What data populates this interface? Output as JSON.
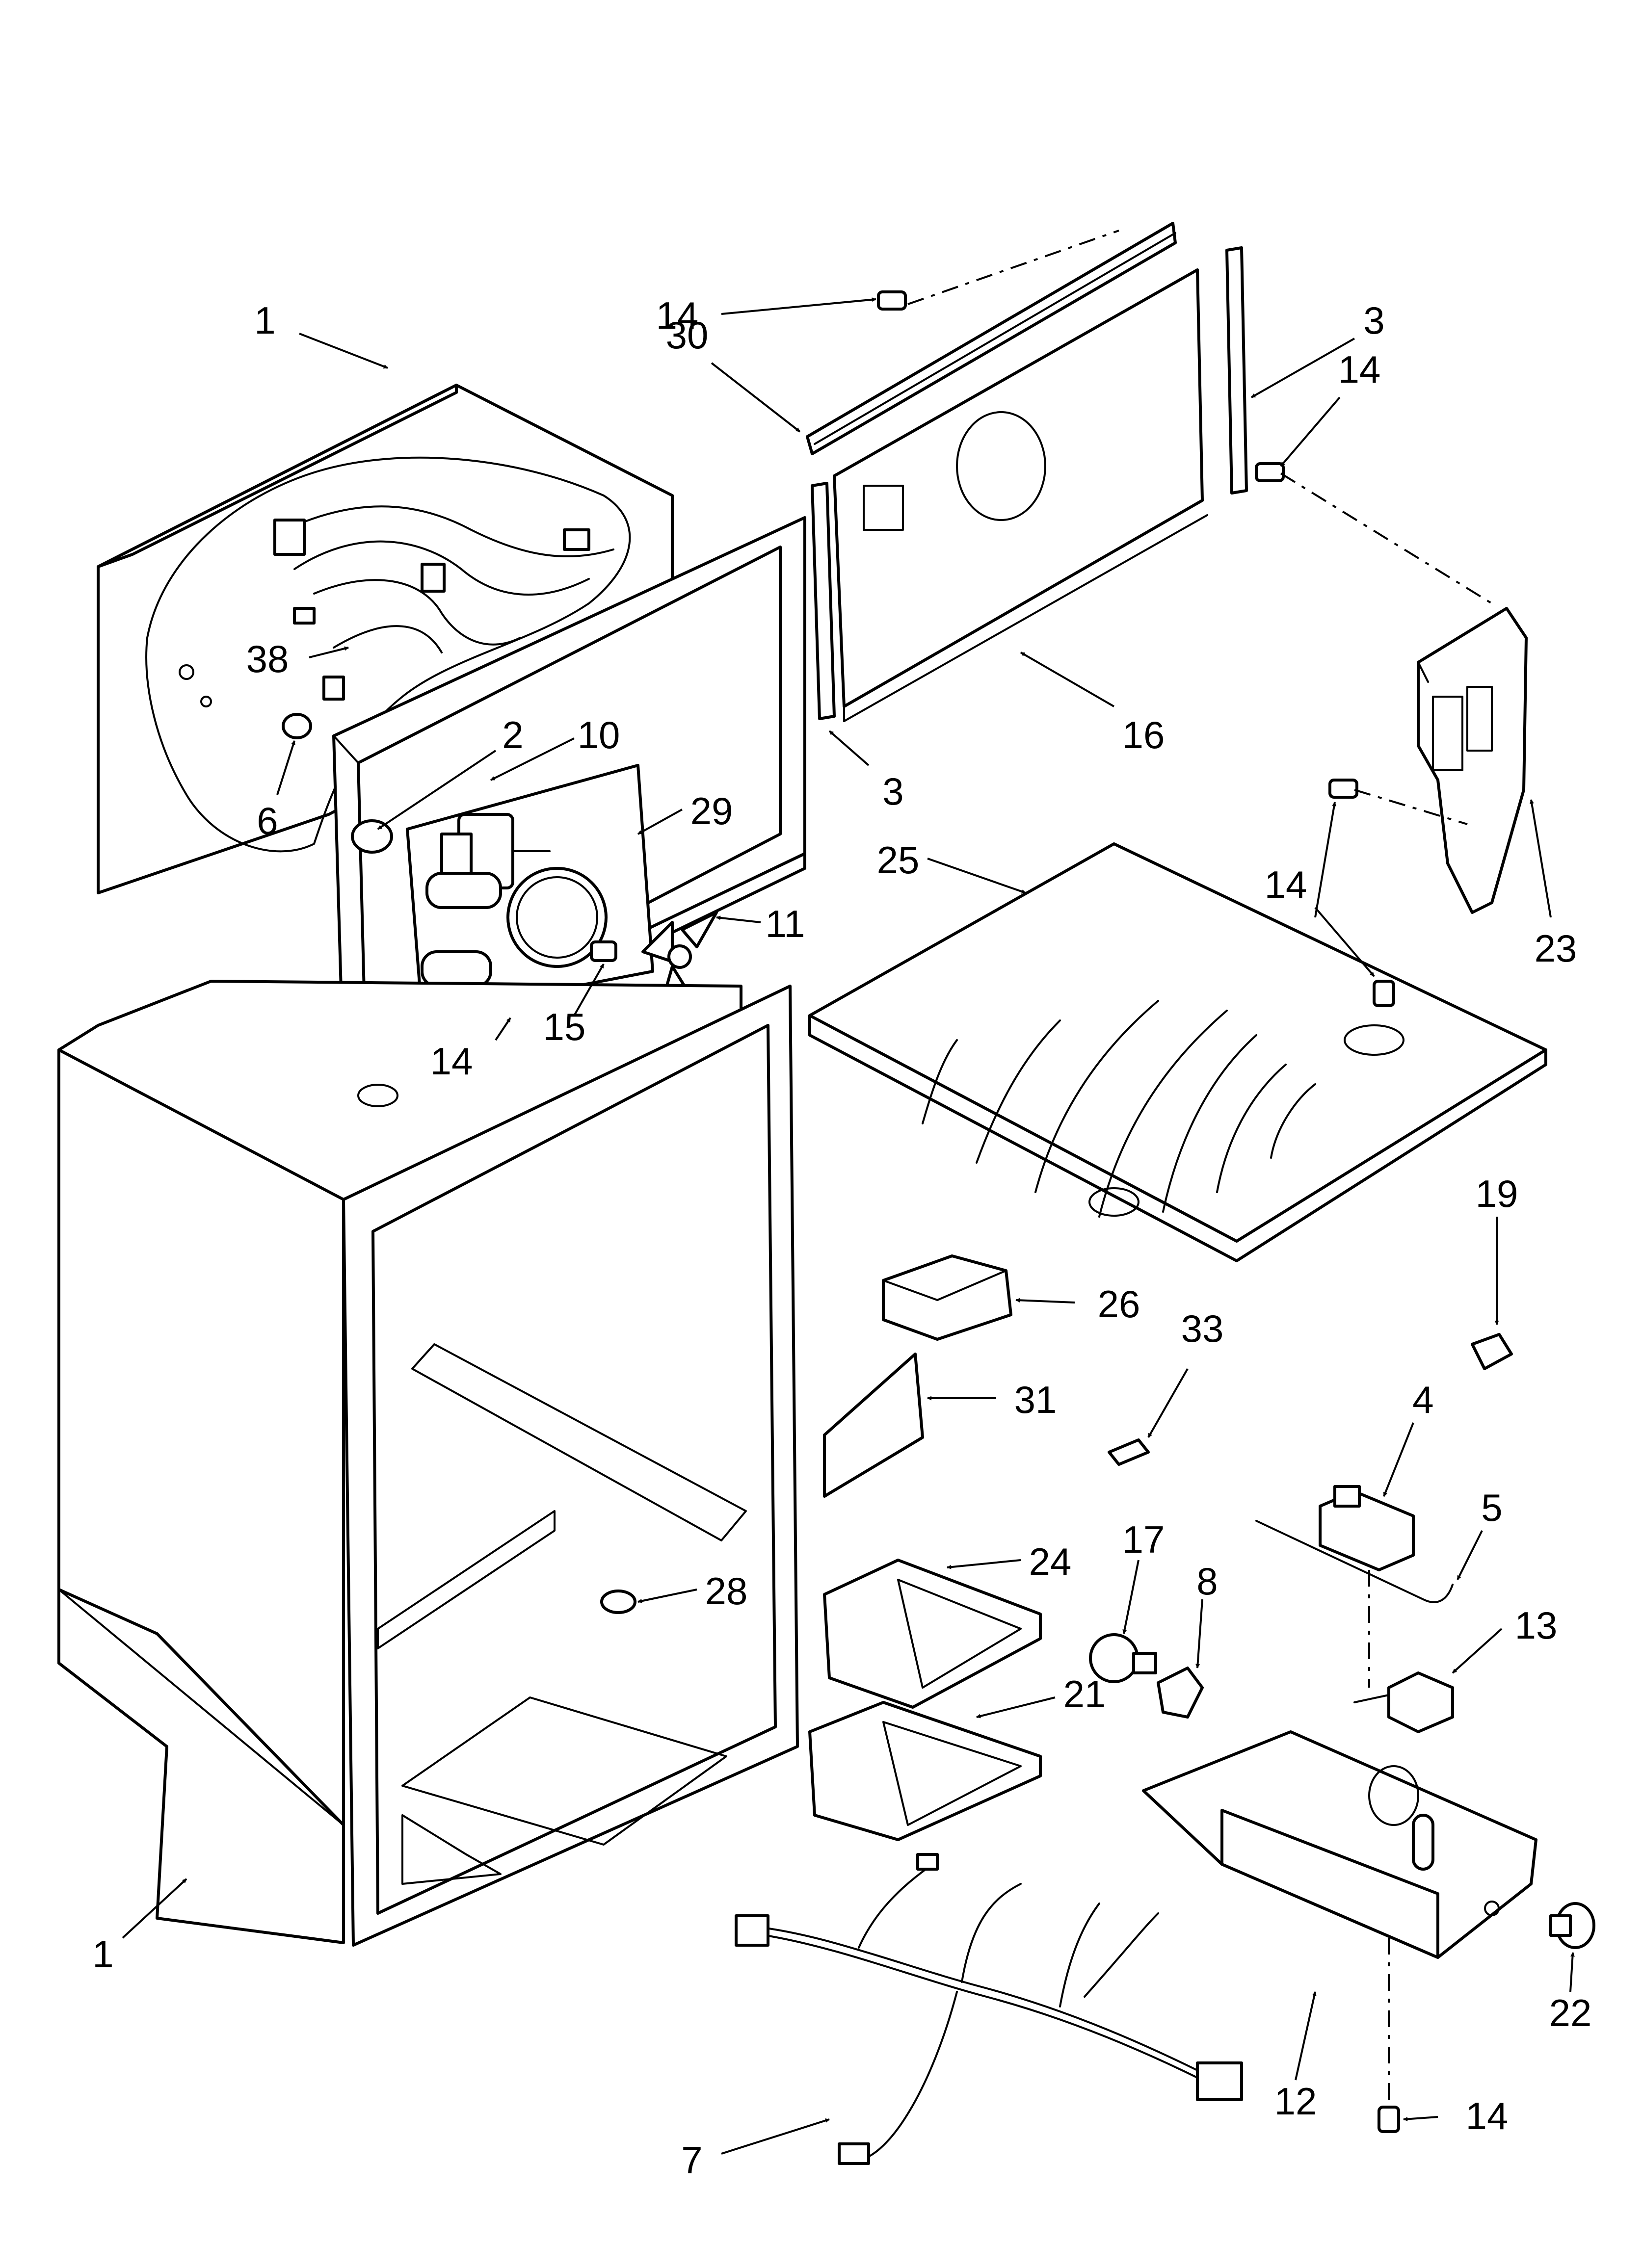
{
  "callouts": [
    {
      "id": "c1a",
      "text": "1"
    },
    {
      "id": "c1b",
      "text": "1"
    },
    {
      "id": "c2",
      "text": "2"
    },
    {
      "id": "c3a",
      "text": "3"
    },
    {
      "id": "c3b",
      "text": "3"
    },
    {
      "id": "c4",
      "text": "4"
    },
    {
      "id": "c5",
      "text": "5"
    },
    {
      "id": "c6",
      "text": "6"
    },
    {
      "id": "c7",
      "text": "7"
    },
    {
      "id": "c8",
      "text": "8"
    },
    {
      "id": "c10",
      "text": "10"
    },
    {
      "id": "c11",
      "text": "11"
    },
    {
      "id": "c12",
      "text": "12"
    },
    {
      "id": "c13",
      "text": "13"
    },
    {
      "id": "c14a",
      "text": "14"
    },
    {
      "id": "c14b",
      "text": "14"
    },
    {
      "id": "c14c",
      "text": "14"
    },
    {
      "id": "c14d",
      "text": "14"
    },
    {
      "id": "c14e",
      "text": "14"
    },
    {
      "id": "c15",
      "text": "15"
    },
    {
      "id": "c16",
      "text": "16"
    },
    {
      "id": "c17",
      "text": "17"
    },
    {
      "id": "c19",
      "text": "19"
    },
    {
      "id": "c21",
      "text": "21"
    },
    {
      "id": "c22",
      "text": "22"
    },
    {
      "id": "c23",
      "text": "23"
    },
    {
      "id": "c24",
      "text": "24"
    },
    {
      "id": "c25",
      "text": "25"
    },
    {
      "id": "c26",
      "text": "26"
    },
    {
      "id": "c28",
      "text": "28"
    },
    {
      "id": "c29",
      "text": "29"
    },
    {
      "id": "c30",
      "text": "30"
    },
    {
      "id": "c31",
      "text": "31"
    },
    {
      "id": "c33",
      "text": "33"
    },
    {
      "id": "c38",
      "text": "38"
    }
  ]
}
